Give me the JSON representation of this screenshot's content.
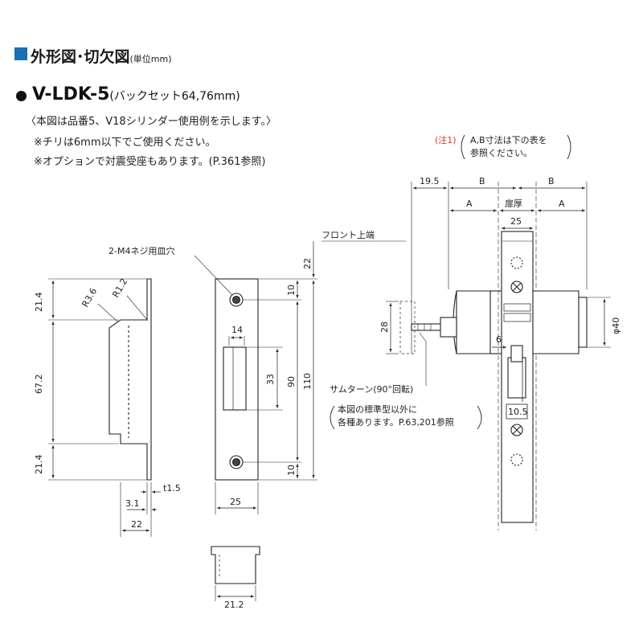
{
  "header": {
    "title": "外形図･切欠図",
    "unit": "(単位mm)",
    "model": "V-LDK-5",
    "backset": "(バックセット64,76mm)"
  },
  "notes": {
    "line1": "〈本図は品番5、V18シリンダー使用例を示します。〉",
    "line2": "※チリは6mm以下でご使用ください。",
    "line3": "※オプションで対震受座もあります。(P.361参照)"
  },
  "strike_plate": {
    "r36": "R3.6",
    "r12": "R1.2",
    "d_top": "21.4",
    "d_mid": "67.2",
    "d_bot": "21.4",
    "t15": "t1.5",
    "d31": "3.1",
    "d22": "22"
  },
  "front_plate": {
    "screw_label": "2-M4ネジ用皿穴",
    "d14": "14",
    "d25": "25",
    "d10_top": "10",
    "d33": "33",
    "d90": "90",
    "d110": "110",
    "d22": "22",
    "d10_bot": "10"
  },
  "cap": {
    "d212": "21.2"
  },
  "lock": {
    "note1_tag": "(注1)",
    "note1_a": "A,B寸法は下の表を",
    "note1_b": "参照ください。",
    "d195": "19.5",
    "B1": "B",
    "B2": "B",
    "A1": "A",
    "door": "扉厚",
    "A2": "A",
    "d25": "25",
    "front_edge": "フロント上端",
    "d28": "28",
    "d6": "6",
    "phi40": "φ40",
    "d105": "10.5",
    "thumbturn": "サムターン(90°回転)",
    "std_note1": "本図の標準型以外に",
    "std_note2": "各種あります。P.63,201参照"
  }
}
